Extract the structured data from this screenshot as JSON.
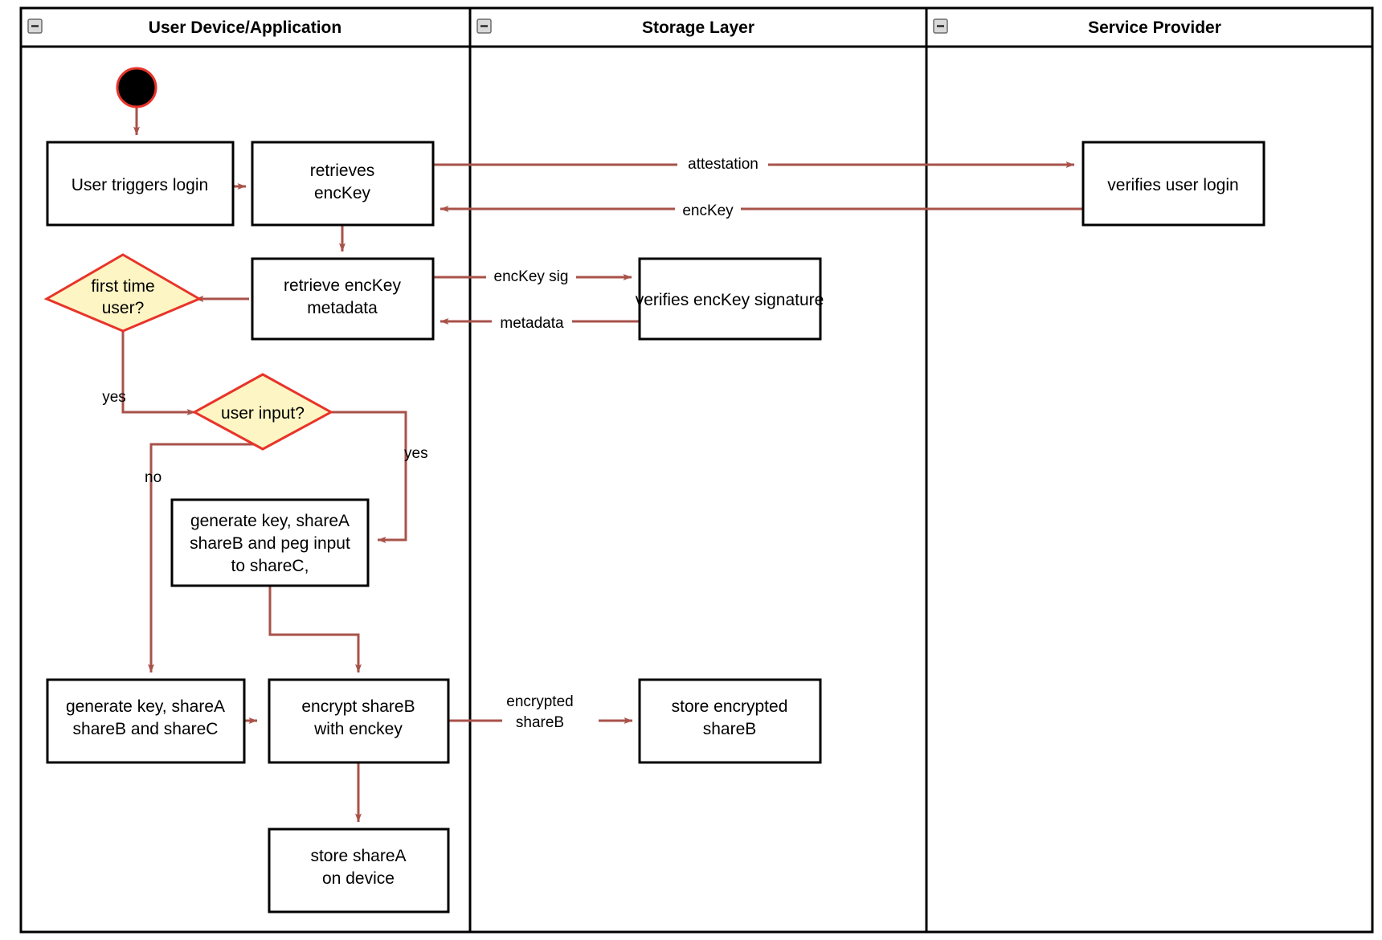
{
  "diagram": {
    "type": "uml-activity-swimlane",
    "title": "Login / key-share provisioning flow",
    "colors": {
      "flow_arrow": "#a8524a",
      "decision_fill": "#fdf5c3",
      "decision_stroke": "#e8342a",
      "node_stroke": "#000000",
      "node_fill": "#ffffff",
      "start_fill": "#000000",
      "start_stroke": "#e8342a"
    },
    "lanes": [
      {
        "id": "lane-user-device",
        "label": "User Device/Application",
        "collapse_icon": "collapse-minus-icon"
      },
      {
        "id": "lane-storage",
        "label": "Storage Layer",
        "collapse_icon": "collapse-minus-icon"
      },
      {
        "id": "lane-service-provider",
        "label": "Service Provider",
        "collapse_icon": "collapse-minus-icon"
      }
    ],
    "nodes": [
      {
        "id": "start",
        "lane": "lane-user-device",
        "shape": "initial-node",
        "label": ""
      },
      {
        "id": "n-user-triggers-login",
        "lane": "lane-user-device",
        "shape": "action",
        "label": "User triggers login"
      },
      {
        "id": "n-retrieves-enckey",
        "lane": "lane-user-device",
        "shape": "action",
        "label": "retrieves\nencKey"
      },
      {
        "id": "n-retrieve-enckey-metadata",
        "lane": "lane-user-device",
        "shape": "action",
        "label": "retrieve encKey\nmetadata"
      },
      {
        "id": "n-first-time-user",
        "lane": "lane-user-device",
        "shape": "decision",
        "label": "first time\nuser?"
      },
      {
        "id": "n-user-input",
        "lane": "lane-user-device",
        "shape": "decision",
        "label": "user input?"
      },
      {
        "id": "n-generate-peg",
        "lane": "lane-user-device",
        "shape": "action",
        "label": "generate key, shareA\nshareB and peg input\nto shareC,"
      },
      {
        "id": "n-generate-shares",
        "lane": "lane-user-device",
        "shape": "action",
        "label": "generate key, shareA\nshareB and shareC"
      },
      {
        "id": "n-encrypt-shareb",
        "lane": "lane-user-device",
        "shape": "action",
        "label": "encrypt shareB\nwith enckey"
      },
      {
        "id": "n-store-sharea",
        "lane": "lane-user-device",
        "shape": "action",
        "label": "store shareA\non device"
      },
      {
        "id": "n-verifies-enckey-signature",
        "lane": "lane-storage",
        "shape": "action",
        "label": "verifies encKey signature"
      },
      {
        "id": "n-store-encrypted-shareb",
        "lane": "lane-storage",
        "shape": "action",
        "label": "store encrypted\nshareB"
      },
      {
        "id": "n-verifies-user-login",
        "lane": "lane-service-provider",
        "shape": "action",
        "label": "verifies user login"
      }
    ],
    "node_text": {
      "user_triggers_login": "User triggers login",
      "retrieves_enckey_l1": "retrieves",
      "retrieves_enckey_l2": "encKey",
      "retrieve_metadata_l1": "retrieve encKey",
      "retrieve_metadata_l2": "metadata",
      "first_time_user_l1": "first time",
      "first_time_user_l2": "user?",
      "user_input": "user input?",
      "generate_peg_l1": "generate key, shareA",
      "generate_peg_l2": "shareB and peg input",
      "generate_peg_l3": "to shareC,",
      "generate_shares_l1": "generate key, shareA",
      "generate_shares_l2": "shareB and shareC",
      "encrypt_shareb_l1": "encrypt shareB",
      "encrypt_shareb_l2": "with enckey",
      "store_sharea_l1": "store shareA",
      "store_sharea_l2": "on device",
      "verifies_enckey_signature": "verifies encKey signature",
      "store_encrypted_shareb_l1": "store encrypted",
      "store_encrypted_shareb_l2": "shareB",
      "verifies_user_login": "verifies user login"
    },
    "edge_labels": {
      "attestation": "attestation",
      "enckey": "encKey",
      "enckey_sig": "encKey sig",
      "metadata": "metadata",
      "yes_first_time": "yes",
      "yes_user_input": "yes",
      "no_user_input": "no",
      "encrypted_l1": "encrypted",
      "encrypted_l2": "shareB"
    }
  }
}
